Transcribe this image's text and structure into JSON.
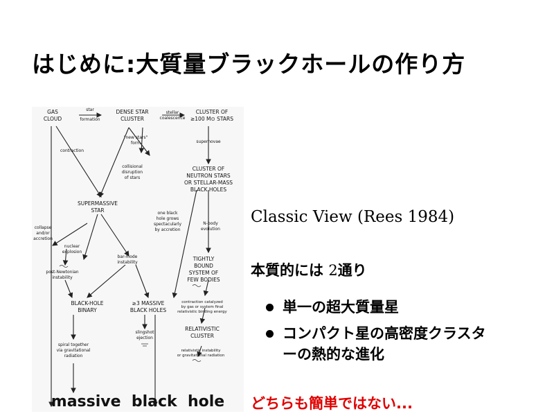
{
  "title": "はじめに:大質量ブラックホールの作り方",
  "diagram": {
    "gas_cloud": [
      "GAS",
      "CLOUD"
    ],
    "star_formation": [
      "star",
      "formation"
    ],
    "dense_star_cluster": [
      "DENSE STAR",
      "CLUSTER"
    ],
    "stellar_coalescence": [
      "stellar",
      "coalescence"
    ],
    "cluster_of_stars": [
      "CLUSTER OF",
      "≥100 M⊙ STARS"
    ],
    "new_stars_form": [
      "\"new stars\"",
      "form"
    ],
    "contraction": "contraction",
    "supernovae": "supernovae",
    "collisional_disruption": [
      "collisional",
      "disruption",
      "of stars"
    ],
    "neutron_cluster": [
      "CLUSTER OF",
      "NEUTRON STARS",
      "OR STELLAR-MASS",
      "BLACK HOLES"
    ],
    "supermassive_star": [
      "SUPERMASSIVE",
      "STAR"
    ],
    "one_black_hole": [
      "one black",
      "hole grows",
      "spectacularly",
      "by accretion"
    ],
    "n_body": [
      "N-body",
      "evolution"
    ],
    "collapse_accretion": [
      "collapse",
      "and/or",
      "accretion"
    ],
    "nuclear_explosion": [
      "nuclear",
      "explosion"
    ],
    "bar_mode": [
      "bar-mode",
      "instability"
    ],
    "tightly_bound": [
      "TIGHTLY",
      "BOUND",
      "SYSTEM OF",
      "FEW BODIES"
    ],
    "post_newtonian": [
      "post-Newtonian",
      "instability"
    ],
    "black_hole_binary": [
      "BLACK-HOLE",
      "BINARY"
    ],
    "massive_black_holes": [
      "≥3 MASSIVE",
      "BLACK HOLES"
    ],
    "contraction_catalyzed": [
      "contraction catalyzed",
      "by gas or system final",
      "relativistic binding energy"
    ],
    "slingshot": [
      "slingshot",
      "ejection"
    ],
    "relativistic_cluster": [
      "RELATIVISTIC",
      "CLUSTER"
    ],
    "spiral_together": [
      "spiral together",
      "via gravitational",
      "radiation"
    ],
    "relativistic_instability": [
      "relativistic instability",
      "or gravitational radiation"
    ],
    "bottom_label": "massive  black  hole"
  },
  "classic_view": "Classic View (Rees 1984)",
  "essence_text": "本質的には",
  "essence_num": "2",
  "essence_suffix": "通り",
  "bullets": [
    "単一の超大質量星",
    "コンパクト星の高密度クラスターの熱的な進化"
  ],
  "conclusion": "どちらも簡単ではない...",
  "colors": {
    "conclusion": "#e00000"
  }
}
